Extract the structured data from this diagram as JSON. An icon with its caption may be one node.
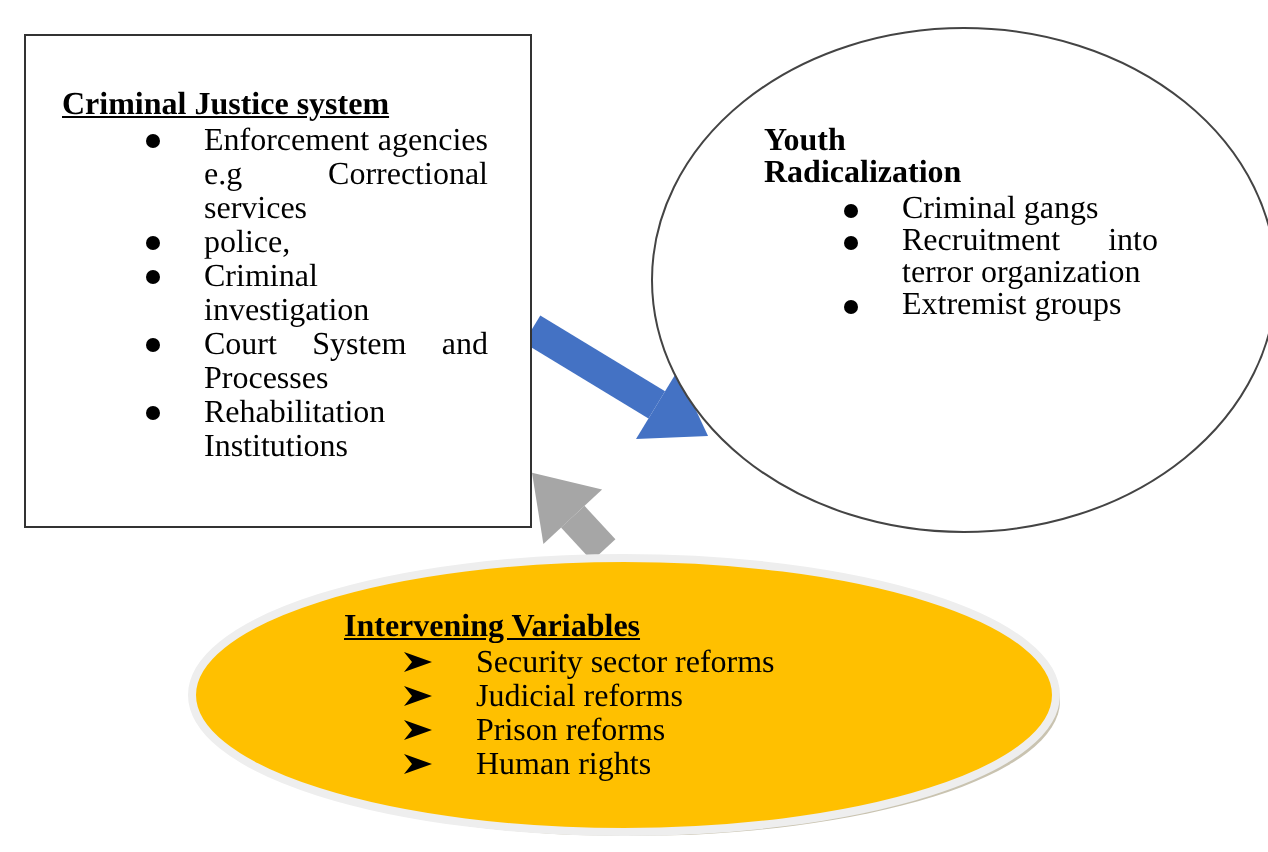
{
  "diagram": {
    "nodes": [
      {
        "text": [
          "Criminal Justice system",
          "Enforcement agencies e.g Correctional services",
          "police,",
          "Criminal investigation",
          "Court System and Processes",
          "Rehabilitation Institutions"
        ]
      },
      {
        "text": [
          "Youth Radicalization",
          "Criminal gangs",
          "Recruitment into terror organization",
          "Extremist groups"
        ]
      },
      {
        "text": [
          "Intervening Variables",
          "Security sector reforms",
          "Judicial reforms",
          "Prison reforms",
          "Human rights"
        ]
      }
    ],
    "edges": [
      {
        "from": 0,
        "to": 1,
        "arrow": "to",
        "color": "#4472c4"
      },
      {
        "from": 2,
        "to": 0,
        "arrow": "to",
        "color": "#a6a6a6"
      }
    ]
  }
}
